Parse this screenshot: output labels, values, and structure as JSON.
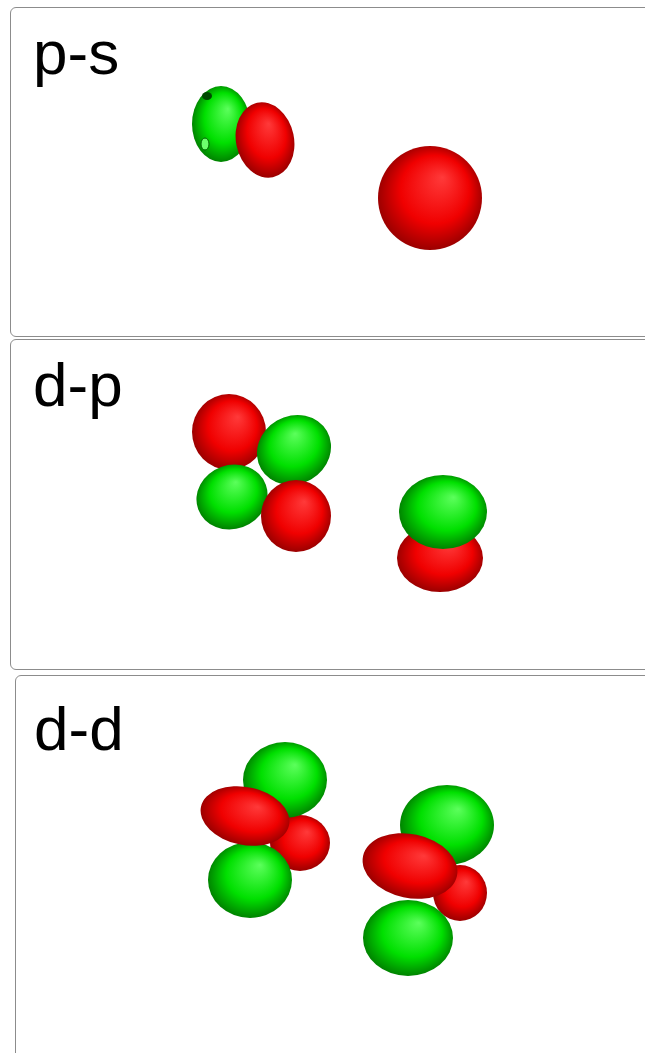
{
  "diagram": {
    "nodes": [
      {
        "text": [
          "p-s"
        ]
      },
      {
        "text": [
          "d-p"
        ]
      },
      {
        "text": [
          "d-d"
        ]
      }
    ]
  }
}
